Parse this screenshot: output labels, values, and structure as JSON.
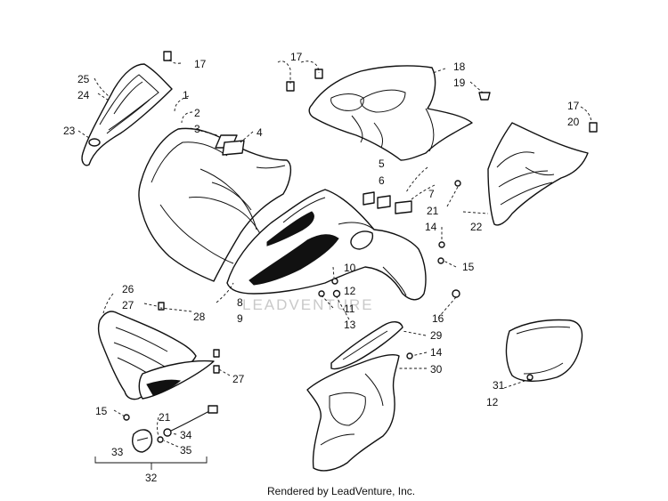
{
  "watermark": "LEADVENTURE",
  "footer": "Rendered by LeadVenture, Inc.",
  "callouts": [
    "1",
    "2",
    "3",
    "4",
    "5",
    "6",
    "7",
    "8",
    "9",
    "10",
    "11",
    "12",
    "12",
    "13",
    "14",
    "14",
    "15",
    "15",
    "16",
    "17",
    "17",
    "17",
    "18",
    "19",
    "20",
    "21",
    "21",
    "22",
    "23",
    "24",
    "25",
    "26",
    "27",
    "27",
    "28",
    "29",
    "30",
    "31",
    "32",
    "33",
    "34",
    "35"
  ]
}
